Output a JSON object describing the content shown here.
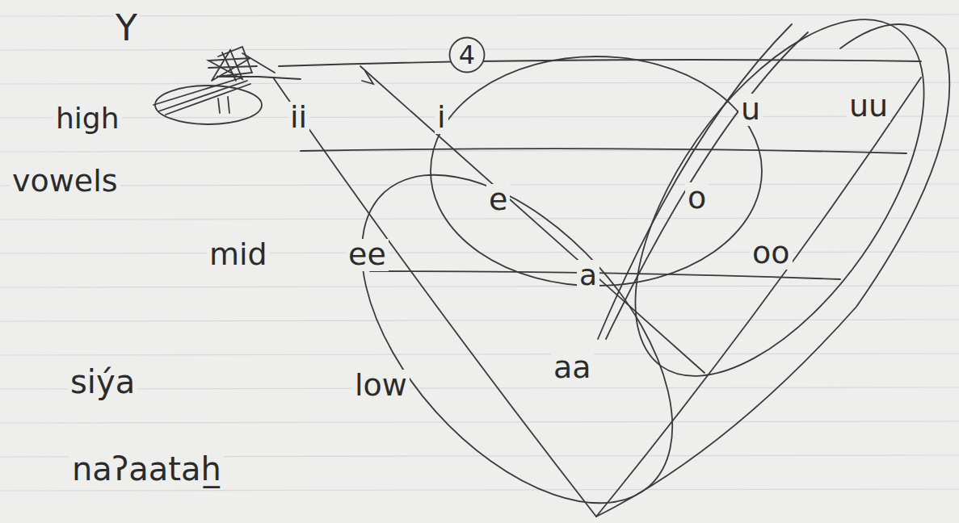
{
  "diagram": {
    "nodes": [
      {
        "text": [
          "4"
        ]
      }
    ],
    "labels": [
      "Y",
      "high",
      "vowels",
      "ii",
      "i",
      "u",
      "uu",
      "e",
      "o",
      "mid",
      "ee",
      "a",
      "oo",
      "low",
      "aa",
      "siýa",
      "naʔaatah̲"
    ]
  }
}
